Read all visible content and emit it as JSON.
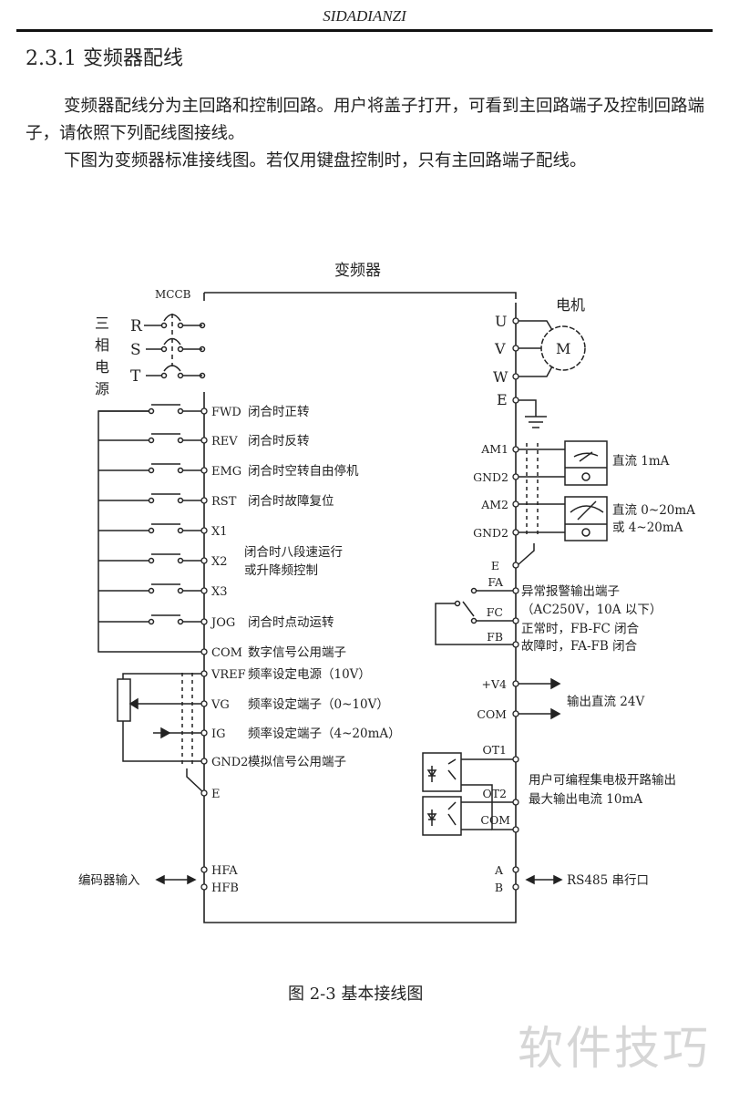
{
  "header": {
    "brand": "SIDADIANZI"
  },
  "section": {
    "title": "2.3.1 变频器配线"
  },
  "paragraphs": [
    "变频器配线分为主回路和控制回路。用户将盖子打开，可看到主回路端子及控制回路端子，请依照下列配线图接线。",
    "下图为变频器标准接线图。若仅用键盘控制时，只有主回路端子配线。"
  ],
  "diagram": {
    "title": "变频器",
    "breaker_label": "MCCB",
    "power_source_label": [
      "三",
      "相",
      "电",
      "源"
    ],
    "phases": [
      "R",
      "S",
      "T"
    ],
    "motor": {
      "label": "电机",
      "symbol": "M",
      "terminals": [
        "U",
        "V",
        "W",
        "E"
      ]
    },
    "left_terminals": [
      {
        "name": "FWD",
        "desc": "闭合时正转"
      },
      {
        "name": "REV",
        "desc": "闭合时反转"
      },
      {
        "name": "EMG",
        "desc": "闭合时空转自由停机"
      },
      {
        "name": "RST",
        "desc": "闭合时故障复位"
      },
      {
        "name": "X1",
        "desc": ""
      },
      {
        "name": "X2",
        "desc": ""
      },
      {
        "name": "X3",
        "desc": ""
      },
      {
        "name": "JOG",
        "desc": "闭合时点动运转"
      },
      {
        "name": "COM",
        "desc": "数字信号公用端子"
      },
      {
        "name": "VREF",
        "desc": "频率设定电源（10V）"
      },
      {
        "name": "VG",
        "desc": "频率设定端子（0~10V）"
      },
      {
        "name": "IG",
        "desc": "频率设定端子（4~20mA）"
      },
      {
        "name": "GND2",
        "desc": "模拟信号公用端子"
      },
      {
        "name": "E",
        "desc": ""
      }
    ],
    "multi_speed_desc": [
      "闭合时八段速运行",
      "或升降频控制"
    ],
    "encoder": {
      "terminals": [
        "HFA",
        "HFB"
      ],
      "label": "编码器输入"
    },
    "analog_out": [
      {
        "terminals": [
          "AM1",
          "GND2"
        ],
        "desc": [
          "直流 1mA"
        ]
      },
      {
        "terminals": [
          "AM2",
          "GND2"
        ],
        "desc": [
          "直流 0~20mA",
          "或 4~20mA"
        ]
      }
    ],
    "analog_out_ground": "E",
    "relay": {
      "terminals": [
        "FA",
        "FC",
        "FB"
      ],
      "desc": [
        "异常报警输出端子",
        "（AC250V，10A 以下）",
        "正常时，FB-FC 闭合",
        "故障时，FA-FB 闭合"
      ]
    },
    "power_out": {
      "terminals": [
        "+V4",
        "COM"
      ],
      "desc": "输出直流 24V"
    },
    "open_collector": {
      "terminals": [
        "OT1",
        "OT2",
        "COM"
      ],
      "desc": [
        "用户可编程集电极开路输出",
        "最大输出电流 10mA"
      ]
    },
    "rs485": {
      "terminals": [
        "A",
        "B"
      ],
      "label": "RS485 串行口"
    }
  },
  "caption": "图 2-3 基本接线图",
  "watermark": "软件技巧"
}
